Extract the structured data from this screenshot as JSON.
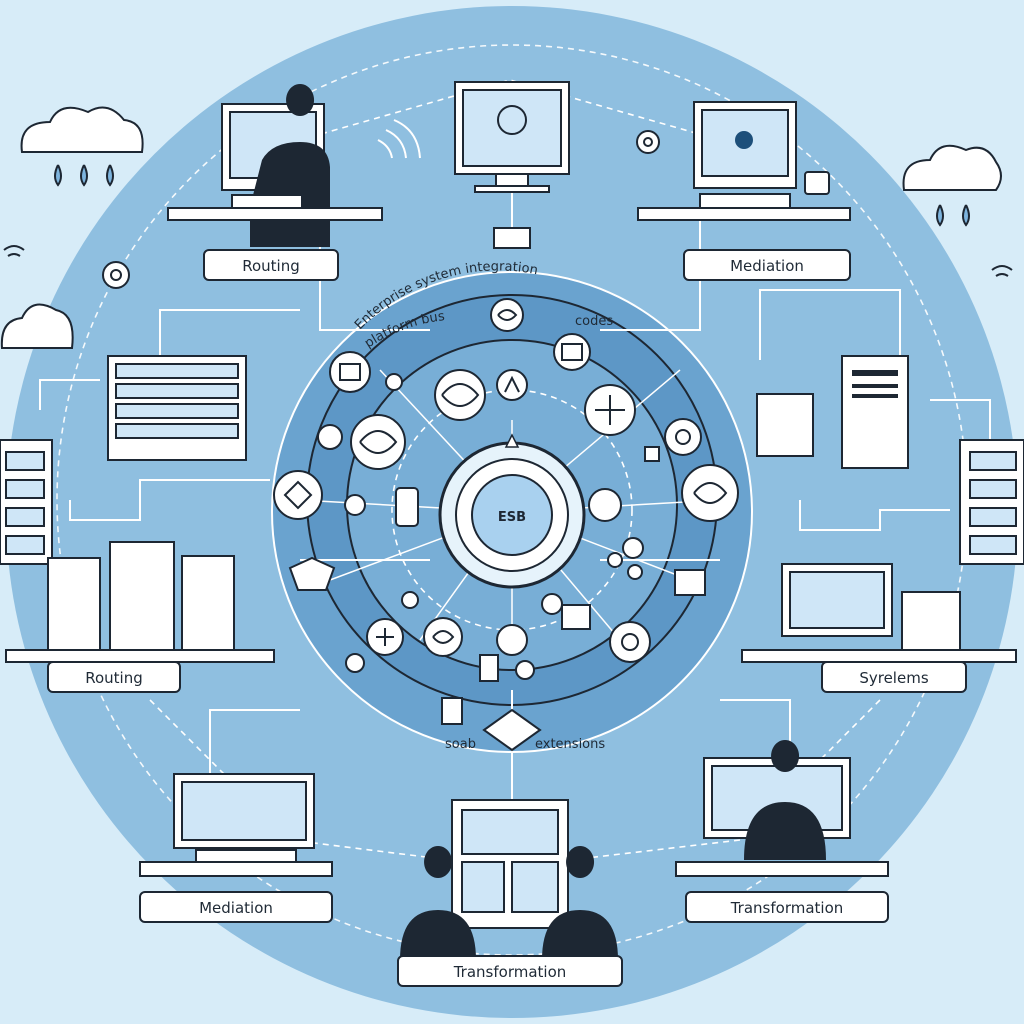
{
  "hub": {
    "label": "ESB"
  },
  "ring_text": {
    "top_line1": "Enterprise system integration",
    "top_line2": "platform bus",
    "top_right": "codes",
    "bottom_left": "soab",
    "bottom_right": "extensions"
  },
  "stations": {
    "top_left_routing": "Routing",
    "top_right_mediation": "Mediation",
    "mid_left_routing": "Routing",
    "mid_right_systems": "Syrelems",
    "bottom_left_mediation": "Mediation",
    "bottom_center_transformation": "Transformation",
    "bottom_right_transformation": "Transformation"
  },
  "colors": {
    "background": "#d7ecf8",
    "outer_circle": "#8fbfe0",
    "mid_circle": "#6aa3cf",
    "inner_circle": "#5d97c6",
    "ink": "#1d2733",
    "screen": "#cfe6f7"
  }
}
